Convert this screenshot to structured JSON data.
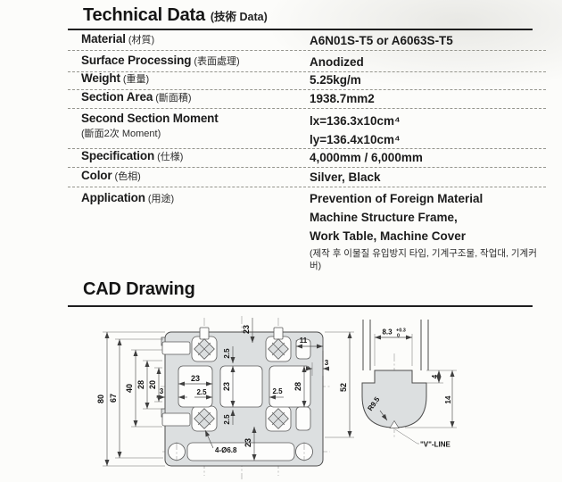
{
  "header": {
    "title": "Technical Data",
    "title_note": "(技術 Data)"
  },
  "cad_header": {
    "title": "CAD Drawing"
  },
  "table": {
    "rows": [
      {
        "label": "Material",
        "note": "(材質)",
        "value": "A6N01S-T5 or A6063S-T5"
      },
      {
        "label": "Surface Processing",
        "note": "(表面處理)",
        "value": "Anodized"
      },
      {
        "label": "Weight",
        "note": "(重量)",
        "value": "5.25kg/m"
      },
      {
        "label": "Section Area",
        "note": "(斷面積)",
        "value": "1938.7mm2"
      },
      {
        "label": "Second Section Moment",
        "note": "(斷面2次 Moment)",
        "values": [
          "lx=136.3x10cm⁴",
          "ly=136.4x10cm⁴"
        ]
      },
      {
        "label": "Specification",
        "note": "(仕様)",
        "value": "4,000mm / 6,000mm"
      },
      {
        "label": "Color",
        "note": "(色相)",
        "value": "Silver, Black"
      },
      {
        "label": "Application",
        "note": "(用途)",
        "values": [
          "Prevention of Foreign Material",
          "Machine Structure Frame,",
          "Work Table, Machine Cover"
        ],
        "value_note": "(제작 후 이물질 유입방지 타입, 기계구조물, 작업대, 기계커버)"
      }
    ]
  },
  "cad": {
    "main": {
      "d80": "80",
      "d67": "67",
      "d40": "40",
      "d28": "28",
      "d20": "20",
      "d23": "23",
      "d2_5": "2.5",
      "d3": "3",
      "d11": "11",
      "d52": "52",
      "holes": "4-Ø6.8"
    },
    "detail": {
      "width": "8.3",
      "tol_up": "+0.3",
      "tol_dn": "0",
      "d4": "4",
      "d14": "14",
      "radius": "R9.5",
      "vline": "\"V\"-LINE"
    }
  }
}
